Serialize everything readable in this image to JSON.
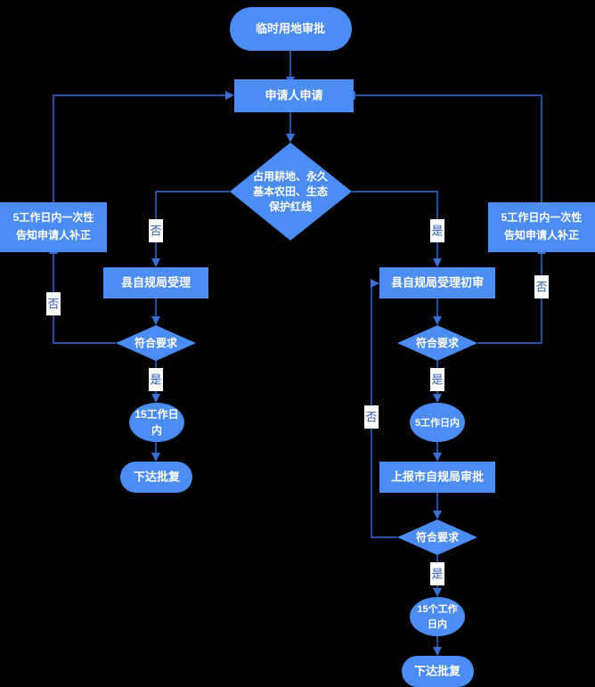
{
  "diagram": {
    "title": "临时用地审批",
    "type": "flowchart",
    "background_color": "#000000",
    "node_fill_color": "#4b8cf5",
    "node_text_color": "#ffffff",
    "edge_color": "#3a6fd8",
    "edge_label_text_color": "#2c5bb5",
    "edge_label_bg_color": "#ffffff"
  },
  "nodes": [
    {
      "id": "start",
      "shape": "terminator",
      "lines": [
        "临时用地审批"
      ]
    },
    {
      "id": "apply",
      "shape": "process",
      "lines": [
        "申请人申请"
      ]
    },
    {
      "id": "decision_land",
      "shape": "decision",
      "lines": [
        "占用耕地、永久",
        "基本农田、生态",
        "保护红线"
      ]
    },
    {
      "id": "notify_left",
      "shape": "process",
      "lines": [
        "5工作日内一次性",
        "告知申请人补正"
      ]
    },
    {
      "id": "notify_right",
      "shape": "process",
      "lines": [
        "5工作日内一次性",
        "告知申请人补正"
      ]
    },
    {
      "id": "accept_left",
      "shape": "process",
      "lines": [
        "县自规局受理"
      ]
    },
    {
      "id": "check_left",
      "shape": "decision",
      "lines": [
        "符合要求"
      ]
    },
    {
      "id": "days15_left",
      "shape": "ellipse",
      "lines": [
        "15工作日",
        "内"
      ]
    },
    {
      "id": "reply_left",
      "shape": "terminator",
      "lines": [
        "下达批复"
      ]
    },
    {
      "id": "accept_right",
      "shape": "process",
      "lines": [
        "县自规局受理初审"
      ]
    },
    {
      "id": "check_right",
      "shape": "decision",
      "lines": [
        "符合要求"
      ]
    },
    {
      "id": "days5_right",
      "shape": "ellipse",
      "lines": [
        "5工作日内"
      ]
    },
    {
      "id": "report_city",
      "shape": "process",
      "lines": [
        "上报市自规局审批"
      ]
    },
    {
      "id": "check_city",
      "shape": "decision",
      "lines": [
        "符合要求"
      ]
    },
    {
      "id": "days15_right",
      "shape": "ellipse",
      "lines": [
        "15个工作",
        "日内"
      ]
    },
    {
      "id": "reply_right",
      "shape": "terminator",
      "lines": [
        "下达批复"
      ]
    }
  ],
  "edge_labels": {
    "no_to_left_branch": "否",
    "yes_to_right_branch": "是",
    "no_left_return": "否",
    "yes_left_pass": "是",
    "no_right_return": "否",
    "yes_right_pass": "是",
    "no_city_return": "否",
    "yes_city_pass": "是"
  }
}
